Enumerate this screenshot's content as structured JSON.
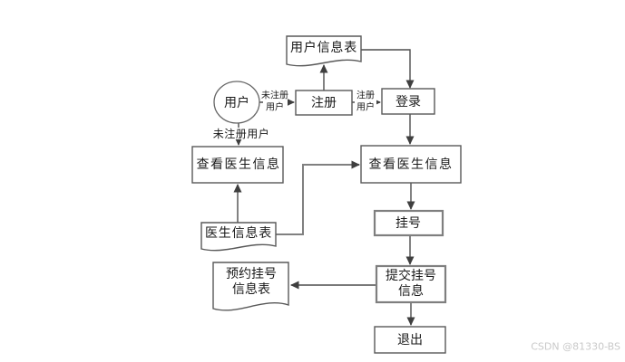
{
  "colors": {
    "line": "#4d4d4d",
    "elbow_line": "#808080",
    "arrowhead": "#3f3f3f",
    "shape_border": "#595959",
    "thick_border": "#7f7f7f",
    "text": "#1a1a1a",
    "watermark": "#c9c9c9",
    "background": "#ffffff"
  },
  "flowchart": {
    "nodes": {
      "user_info_table": {
        "shape": "document",
        "label": "用户信息表"
      },
      "user": {
        "shape": "circle",
        "label": "用户"
      },
      "register": {
        "shape": "process",
        "label": "注册"
      },
      "login": {
        "shape": "process",
        "label": "登录"
      },
      "view_doctor_info_left": {
        "shape": "process",
        "label": "查看医生信息"
      },
      "view_doctor_info_right": {
        "shape": "process",
        "label": "查看医生信息"
      },
      "doctor_info_table": {
        "shape": "document",
        "label": "医生信息表"
      },
      "take_number": {
        "shape": "process",
        "label": "挂号"
      },
      "submit_number_info": {
        "shape": "process",
        "line1": "提交挂号",
        "line2": "信息"
      },
      "appointment_info_table": {
        "shape": "document",
        "line1": "预约挂号",
        "line2": "信息表"
      },
      "exit": {
        "shape": "process",
        "label": "退出"
      }
    },
    "edge_labels": {
      "user_to_register": {
        "line1": "未注册",
        "line2": "用户"
      },
      "user_to_view_doctor": "未注册用户",
      "register_to_login": {
        "line1": "注册",
        "line2": "用户"
      }
    }
  },
  "watermark": "CSDN @81330-BS"
}
